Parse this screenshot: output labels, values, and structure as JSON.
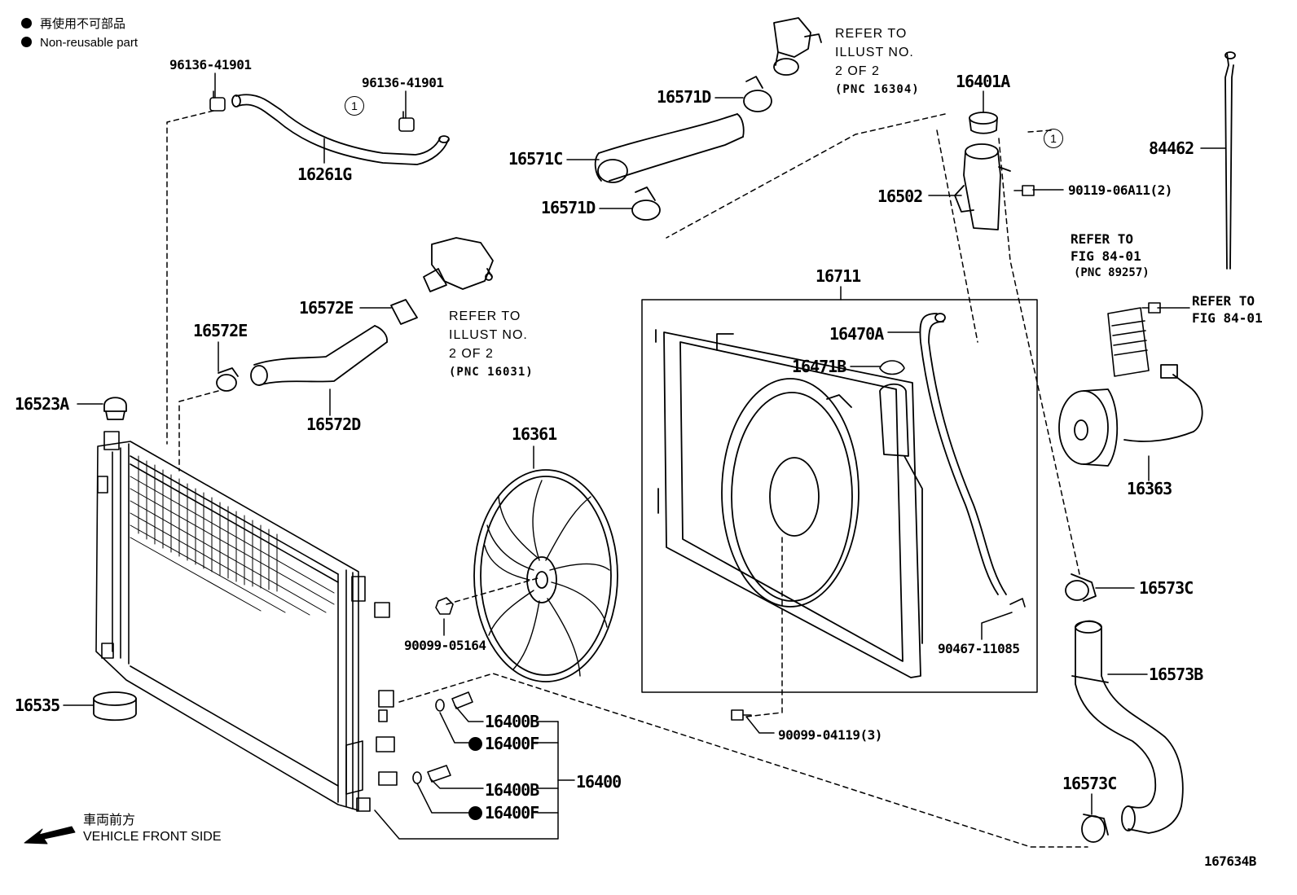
{
  "legend": {
    "line1": "再使用不可部品",
    "line2": "Non-reusable part"
  },
  "callout_symbol": "1",
  "parts": {
    "p96136a": "96136-41901",
    "p96136b": "96136-41901",
    "p16261G": "16261G",
    "p16571D_top": "16571D",
    "p16571C": "16571C",
    "p16571D_bottom": "16571D",
    "p16401A": "16401A",
    "p16502": "16502",
    "p90119": "90119-06A11(2)",
    "p84462": "84462",
    "p16572E_a": "16572E",
    "p16572E_b": "16572E",
    "p16572D": "16572D",
    "p16523A": "16523A",
    "p16361": "16361",
    "p16711": "16711",
    "p16470A": "16470A",
    "p16471B": "16471B",
    "p16363": "16363",
    "p16573C_top": "16573C",
    "p16573B": "16573B",
    "p16573C_bottom": "16573C",
    "p90099_05164": "90099-05164",
    "p90467": "90467-11085",
    "p90099_04119": "90099-04119(3)",
    "p16535": "16535",
    "p16400B_a": "16400B",
    "p16400F_a": "16400F",
    "p16400B_b": "16400B",
    "p16400F_b": "16400F",
    "p16400": "16400"
  },
  "refs": {
    "thermo_top": {
      "l1": "REFER TO",
      "l2": "ILLUST NO.",
      "l3": "2 OF 2",
      "l4": "(PNC 16304)"
    },
    "thermo_mid": {
      "l1": "REFER TO",
      "l2": "ILLUST NO.",
      "l3": "2 OF 2",
      "l4": "(PNC 16031)"
    },
    "fig_a": {
      "l1": "REFER TO",
      "l2": "FIG 84-01",
      "l3": "(PNC 89257)"
    },
    "fig_b": {
      "l1": "REFER TO",
      "l2": "FIG 84-01"
    }
  },
  "front": {
    "jp": "車両前方",
    "en": "VEHICLE FRONT SIDE"
  },
  "illustration_id": "167634B"
}
